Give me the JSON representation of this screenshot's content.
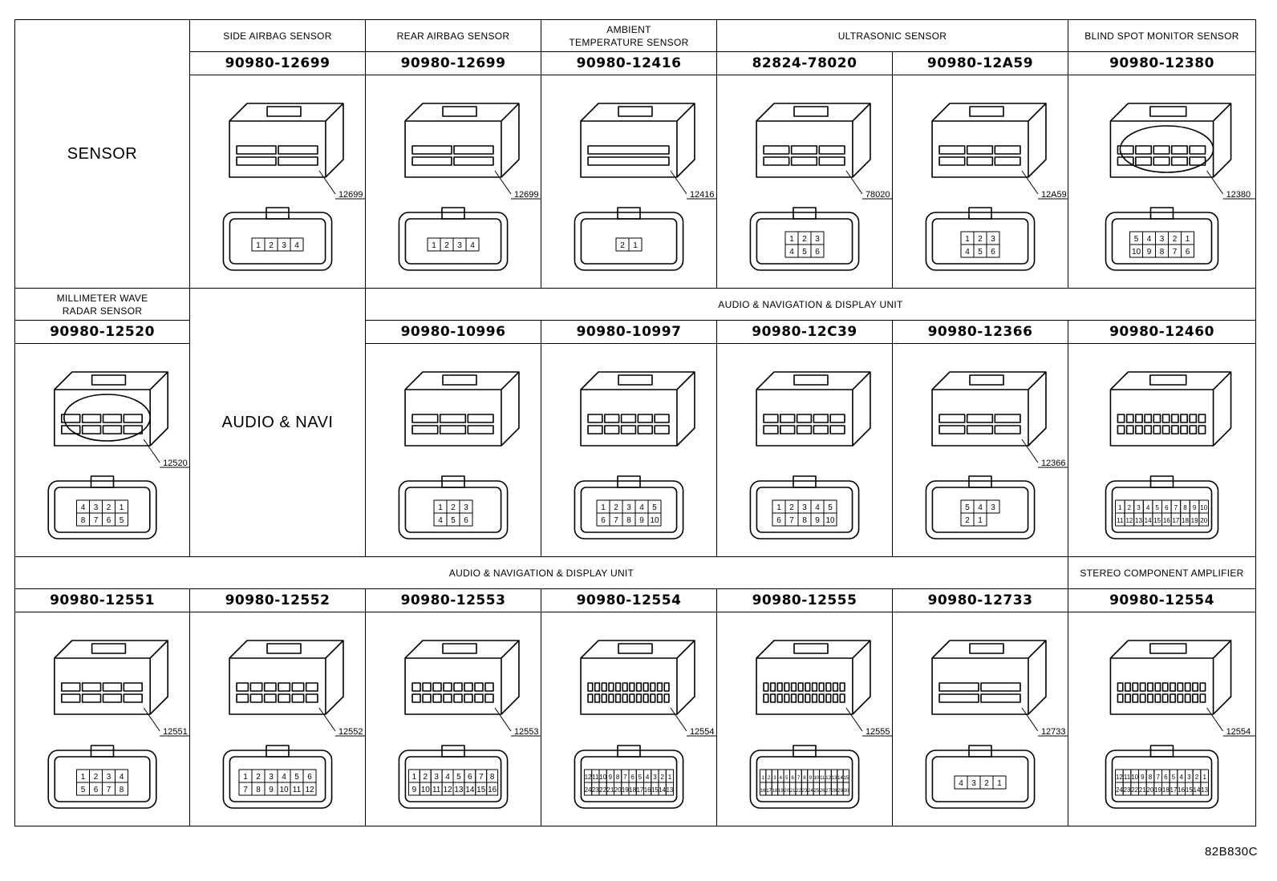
{
  "reference_code": "82B830C",
  "groups": {
    "sensor": {
      "label": "SENSOR",
      "side_airbag": "SIDE AIRBAG SENSOR",
      "rear_airbag": "REAR AIRBAG SENSOR",
      "ambient_temperature": "AMBIENT TEMPERATURE SENSOR",
      "ultrasonic": "ULTRASONIC SENSOR",
      "blind_spot": "BLIND SPOT MONITOR SENSOR",
      "millimeter_wave": "MILLIMETER WAVE RADAR SENSOR"
    },
    "audio_navi": {
      "label": "AUDIO & NAVI",
      "unit_row2": "AUDIO & NAVIGATION & DISPLAY UNIT",
      "unit_row3": "AUDIO & NAVIGATION & DISPLAY UNIT",
      "amplifier": "STEREO COMPONENT AMPLIFIER"
    }
  },
  "connectors": [
    {
      "part": "90980-12699",
      "tag": "12699",
      "pins": [
        "1",
        "2",
        "3",
        "4"
      ]
    },
    {
      "part": "90980-12699",
      "tag": "12699",
      "pins": [
        "1",
        "2",
        "3",
        "4"
      ]
    },
    {
      "part": "90980-12416",
      "tag": "12416",
      "pins": [
        "2",
        "1"
      ]
    },
    {
      "part": "82824-78020",
      "tag": "78020",
      "pins": [
        "1",
        "2",
        "3",
        "4",
        "5",
        "6"
      ]
    },
    {
      "part": "90980-12A59",
      "tag": "12A59",
      "pins": [
        "1",
        "2",
        "3",
        "4",
        "5",
        "6"
      ]
    },
    {
      "part": "90980-12380",
      "tag": "12380",
      "pins": [
        "5",
        "4",
        "3",
        "2",
        "1",
        "10",
        "9",
        "8",
        "7",
        "6"
      ]
    },
    {
      "part": "90980-12520",
      "tag": "12520",
      "pins": [
        "4",
        "3",
        "2",
        "1",
        "8",
        "7",
        "6",
        "5"
      ]
    },
    {
      "part": "90980-10996",
      "tag": "",
      "pins": [
        "1",
        "2",
        "3",
        "4",
        "5",
        "6"
      ]
    },
    {
      "part": "90980-10997",
      "tag": "",
      "pins": [
        "1",
        "2",
        "3",
        "4",
        "5",
        "6",
        "7",
        "8",
        "9",
        "10"
      ]
    },
    {
      "part": "90980-12C39",
      "tag": "",
      "pins": [
        "1",
        "2",
        "3",
        "4",
        "5",
        "6",
        "7",
        "8",
        "9",
        "10"
      ]
    },
    {
      "part": "90980-12366",
      "tag": "12366",
      "pins": [
        "5",
        "4",
        "3",
        "2",
        "1"
      ]
    },
    {
      "part": "90980-12460",
      "tag": "",
      "pins": [
        "1",
        "2",
        "3",
        "4",
        "5",
        "6",
        "7",
        "8",
        "9",
        "10",
        "11",
        "12",
        "13",
        "14",
        "15",
        "16",
        "17",
        "18",
        "19",
        "20"
      ]
    },
    {
      "part": "90980-12551",
      "tag": "12551",
      "pins": [
        "1",
        "2",
        "3",
        "4",
        "5",
        "6",
        "7",
        "8"
      ]
    },
    {
      "part": "90980-12552",
      "tag": "12552",
      "pins": [
        "1",
        "2",
        "3",
        "4",
        "5",
        "6",
        "7",
        "8",
        "9",
        "10",
        "11",
        "12"
      ]
    },
    {
      "part": "90980-12553",
      "tag": "12553",
      "pins": [
        "1",
        "2",
        "3",
        "4",
        "5",
        "6",
        "7",
        "8",
        "9",
        "10",
        "11",
        "12",
        "13",
        "14",
        "15",
        "16"
      ]
    },
    {
      "part": "90980-12554",
      "tag": "12554",
      "pins": [
        "12",
        "11",
        "10",
        "9",
        "8",
        "7",
        "6",
        "5",
        "4",
        "3",
        "2",
        "1",
        "24",
        "23",
        "22",
        "21",
        "20",
        "19",
        "18",
        "17",
        "16",
        "15",
        "14",
        "13"
      ]
    },
    {
      "part": "90980-12555",
      "tag": "12555",
      "pins": [
        "1",
        "2",
        "3",
        "4",
        "5",
        "6",
        "7",
        "8",
        "9",
        "10",
        "11",
        "12",
        "13",
        "14",
        "15",
        "16",
        "17",
        "18",
        "19",
        "20",
        "21",
        "22",
        "23",
        "24",
        "25",
        "26",
        "27",
        "28",
        "29",
        "30"
      ]
    },
    {
      "part": "90980-12733",
      "tag": "12733",
      "pins": [
        "4",
        "3",
        "2",
        "1"
      ]
    },
    {
      "part": "90980-12554",
      "tag": "12554",
      "pins": [
        "12",
        "11",
        "10",
        "9",
        "8",
        "7",
        "6",
        "5",
        "4",
        "3",
        "2",
        "1",
        "24",
        "23",
        "22",
        "21",
        "20",
        "19",
        "18",
        "17",
        "16",
        "15",
        "14",
        "13"
      ]
    }
  ]
}
